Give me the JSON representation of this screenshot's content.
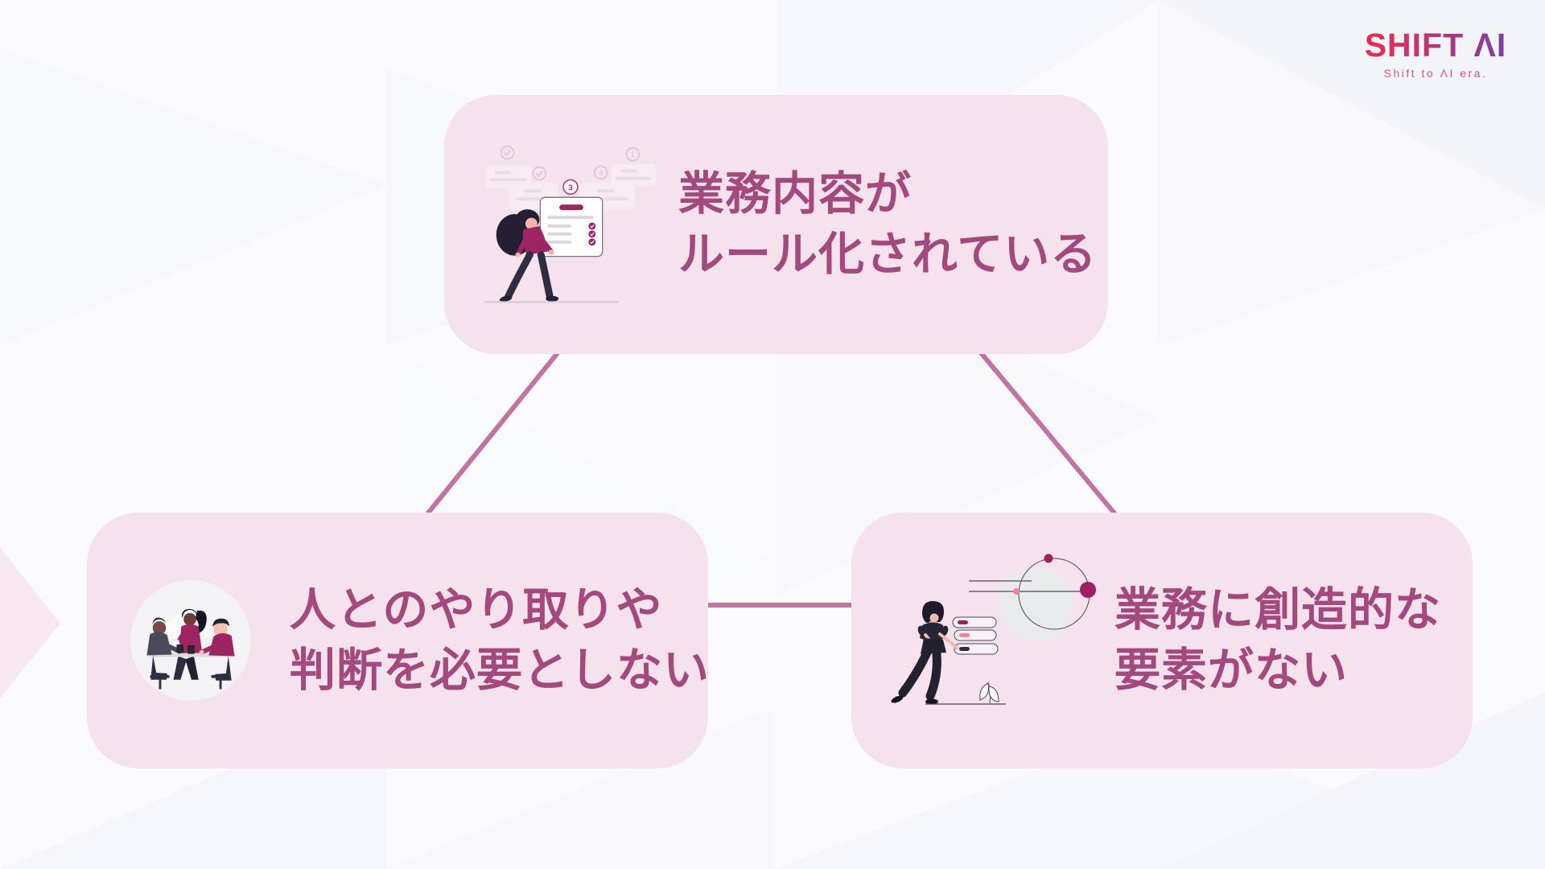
{
  "logo": {
    "wordmark": "SHIFT ΛI",
    "tagline": "Shift to ΛI era."
  },
  "diagram": {
    "top": {
      "line1": "業務内容が",
      "line2": "ルール化されている",
      "illustration": "woman-presenting-checklist"
    },
    "bottom_left": {
      "line1": "人とのやり取りや",
      "line2": "判断を必要としない",
      "illustration": "people-meeting-at-table"
    },
    "bottom_right": {
      "line1": "業務に創造的な",
      "line2": "要素がない",
      "illustration": "woman-organizing-task-list"
    }
  },
  "colors": {
    "boxBg": "#f5e2ec",
    "headingText": "#a3497e",
    "connector": "#bf74a3",
    "logoFrom": "#e42e58",
    "logoTo": "#7c3fa6",
    "tagline": "#e25571",
    "illusMagenta": "#9e2563",
    "illusNavy": "#2f2e41"
  }
}
